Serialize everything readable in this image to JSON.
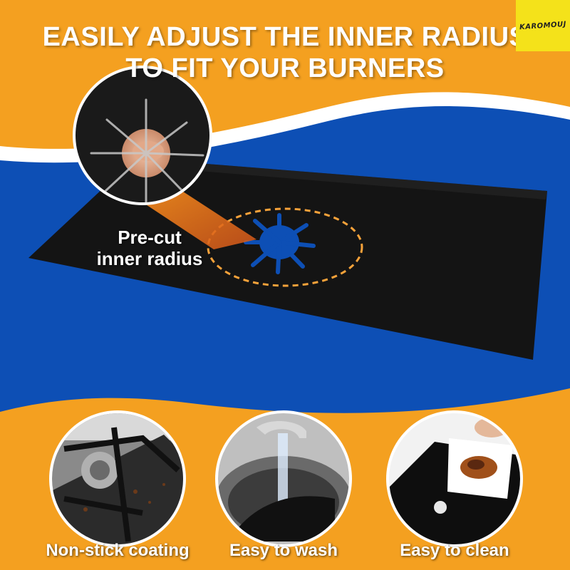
{
  "headline": {
    "line1": "EASILY ADJUST THE INNER RADIUS",
    "line2": "TO FIT YOUR BURNERS"
  },
  "brand": "KAROMOUJ",
  "callout": {
    "line1": "Pre-cut",
    "line2": "inner radius"
  },
  "features": [
    {
      "label": "Non-stick coating",
      "icon": "gas-burner-photo"
    },
    {
      "label": "Easy to wash",
      "icon": "faucet-sink-photo"
    },
    {
      "label": "Easy to clean",
      "icon": "wipe-stain-photo"
    }
  ],
  "colors": {
    "orange": "#f4a020",
    "blue": "#0d4fb5",
    "liner": "#141414",
    "brand_yellow": "#f4e21a",
    "dashed_circle": "#f7a23a"
  }
}
